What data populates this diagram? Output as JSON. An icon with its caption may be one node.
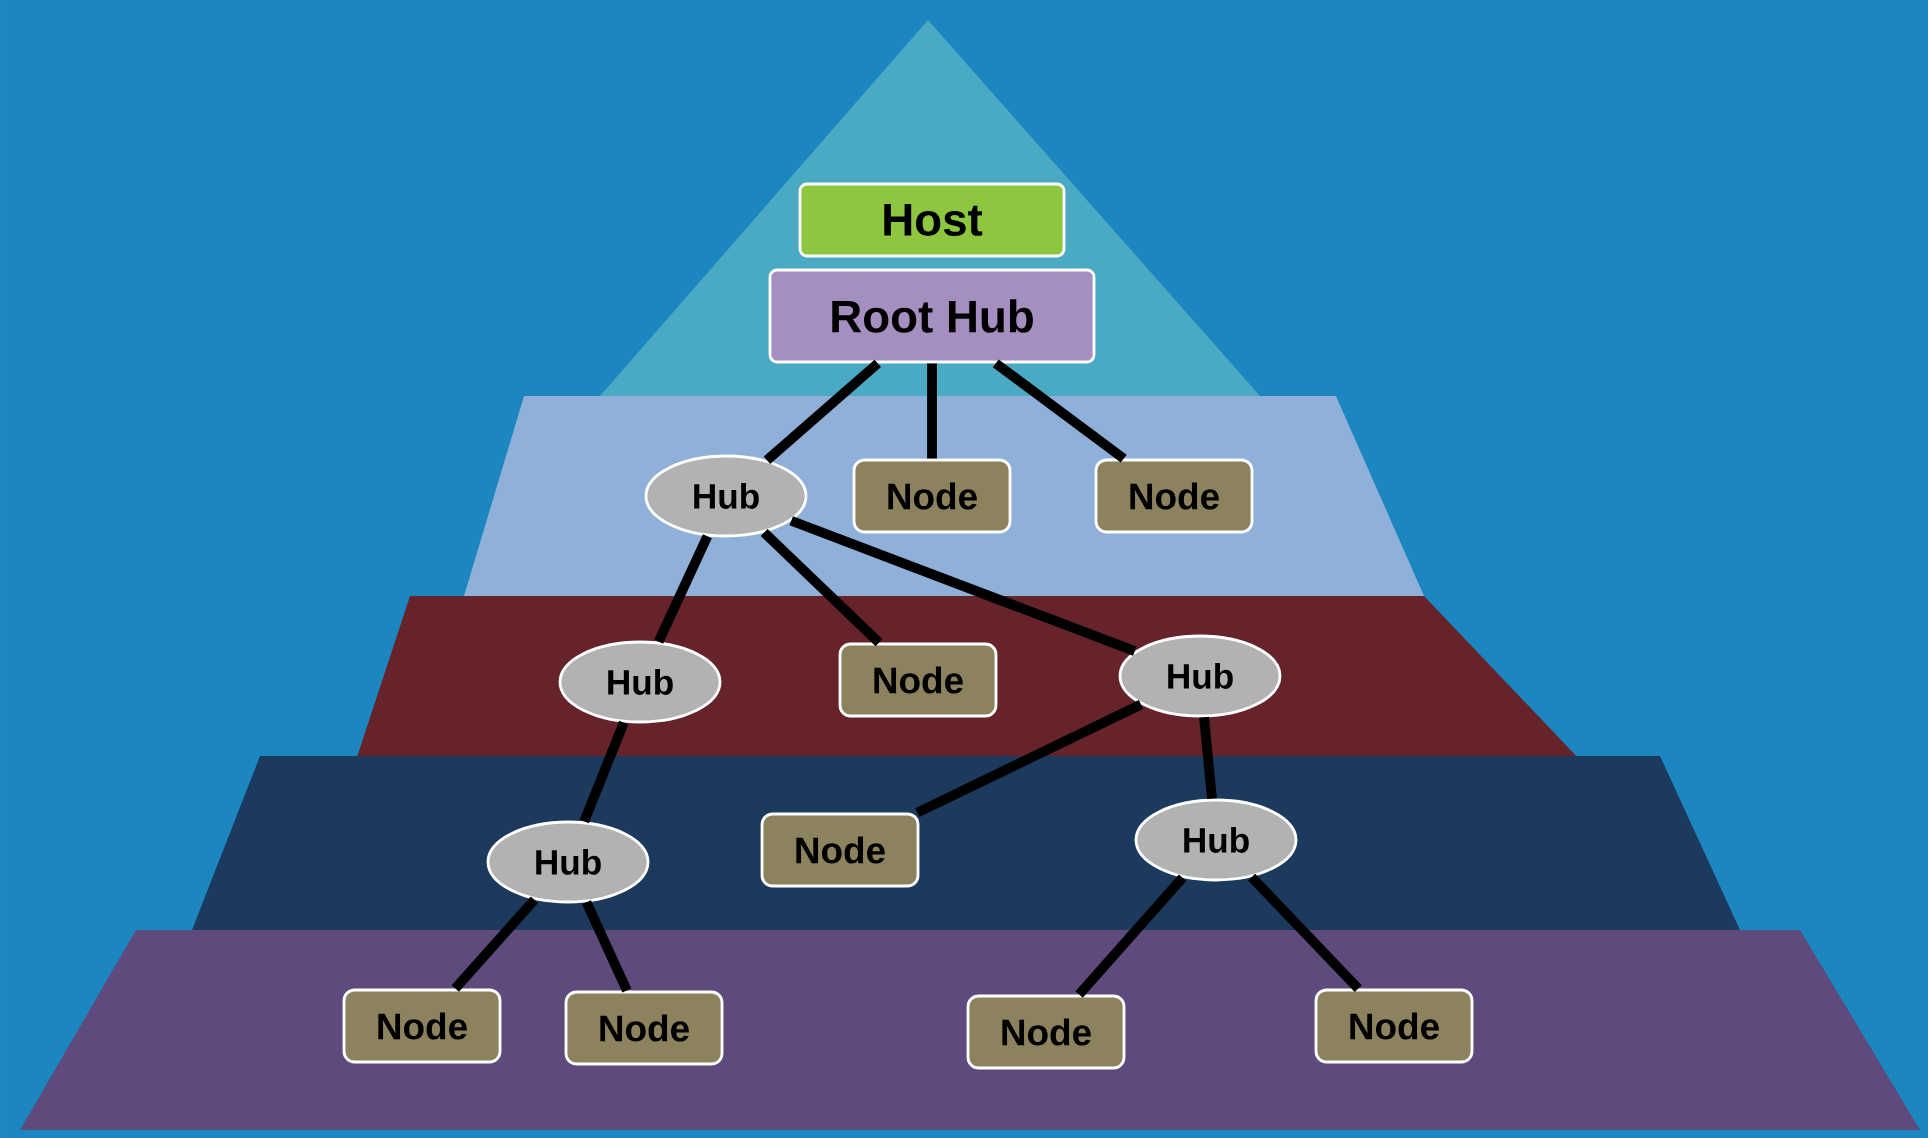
{
  "diagram": {
    "nodes": [
      {
        "text": [
          "Host"
        ]
      },
      {
        "text": [
          "Root Hub"
        ]
      },
      {
        "text": [
          "Hub"
        ]
      },
      {
        "text": [
          "Node"
        ]
      },
      {
        "text": [
          "Node"
        ]
      },
      {
        "text": [
          "Hub"
        ]
      },
      {
        "text": [
          "Node"
        ]
      },
      {
        "text": [
          "Hub"
        ]
      },
      {
        "text": [
          "Hub"
        ]
      },
      {
        "text": [
          "Node"
        ]
      },
      {
        "text": [
          "Hub"
        ]
      },
      {
        "text": [
          "Node"
        ]
      },
      {
        "text": [
          "Node"
        ]
      },
      {
        "text": [
          "Node"
        ]
      },
      {
        "text": [
          "Node"
        ]
      }
    ],
    "edges": [
      {
        "from": 1,
        "to": 2,
        "arrow": "none"
      },
      {
        "from": 1,
        "to": 3,
        "arrow": "none"
      },
      {
        "from": 1,
        "to": 4,
        "arrow": "none"
      },
      {
        "from": 2,
        "to": 5,
        "arrow": "none"
      },
      {
        "from": 2,
        "to": 6,
        "arrow": "none"
      },
      {
        "from": 2,
        "to": 7,
        "arrow": "none"
      },
      {
        "from": 5,
        "to": 8,
        "arrow": "none"
      },
      {
        "from": 7,
        "to": 9,
        "arrow": "none"
      },
      {
        "from": 7,
        "to": 10,
        "arrow": "none"
      },
      {
        "from": 8,
        "to": 11,
        "arrow": "none"
      },
      {
        "from": 8,
        "to": 12,
        "arrow": "none"
      },
      {
        "from": 10,
        "to": 13,
        "arrow": "none"
      },
      {
        "from": 10,
        "to": 14,
        "arrow": "none"
      }
    ]
  }
}
